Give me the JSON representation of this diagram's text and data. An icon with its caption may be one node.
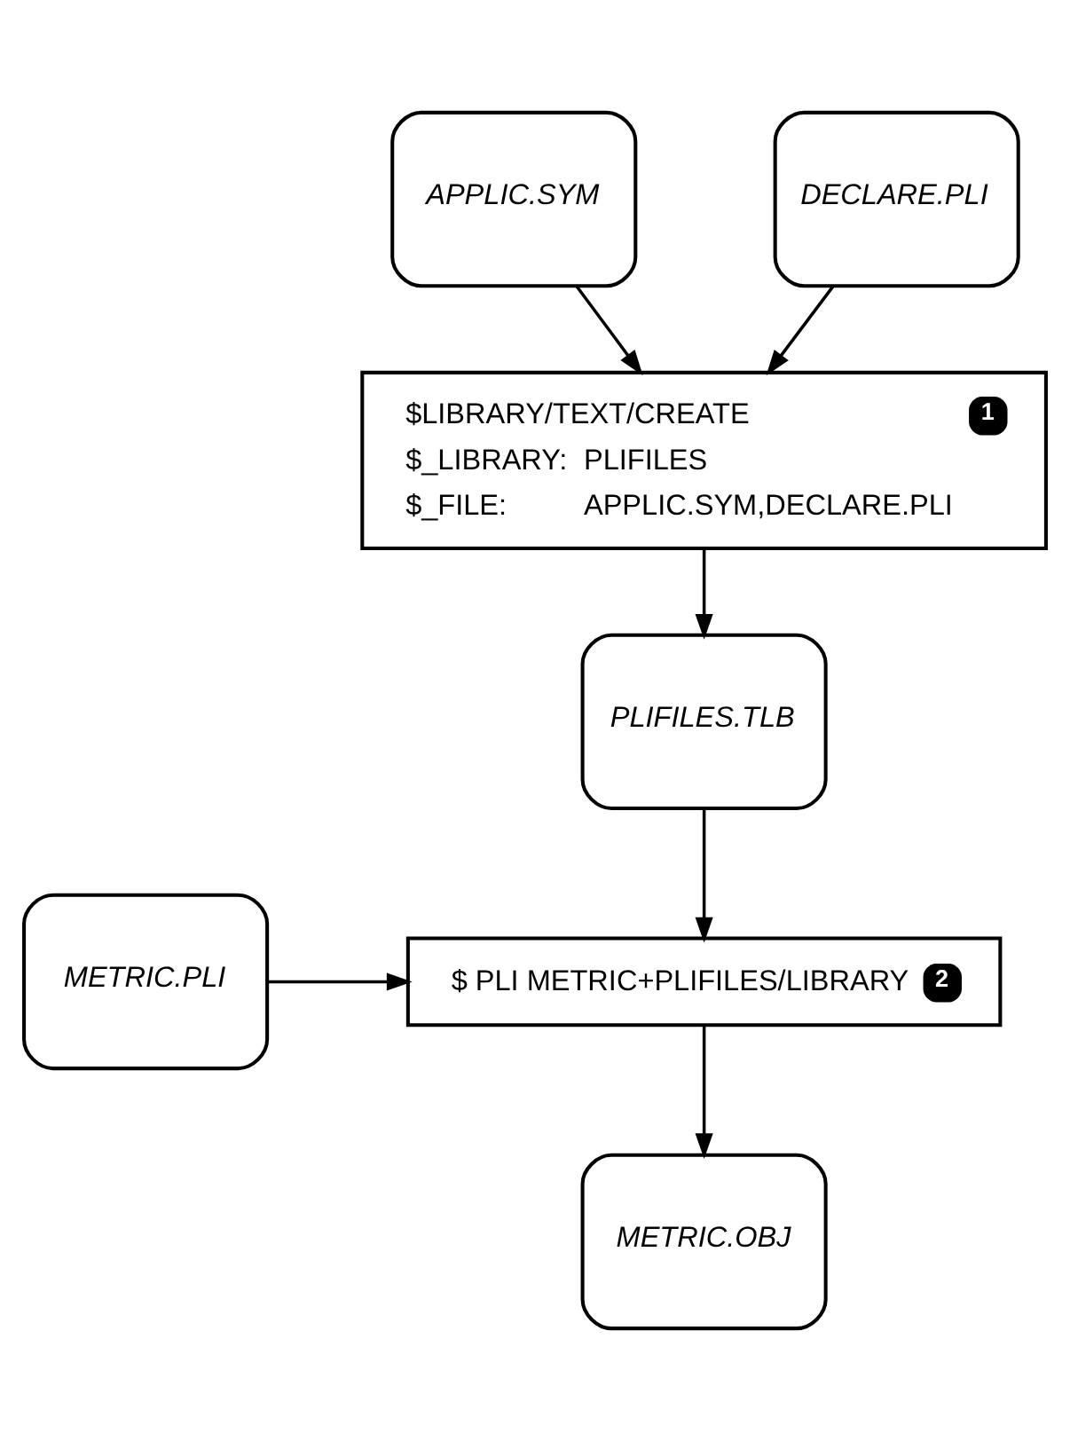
{
  "diagram": {
    "nodes": [
      {
        "text": [
          "APPLIC.SYM"
        ]
      },
      {
        "text": [
          "DECLARE.PLI"
        ]
      },
      {
        "text": [
          "$LIBRARY/TEXT/CREATE",
          "$_LIBRARY:",
          "PLIFILES",
          "$_FILE:",
          "APPLIC.SYM,DECLARE.PLI",
          "1"
        ]
      },
      {
        "text": [
          "PLIFILES.TLB"
        ]
      },
      {
        "text": [
          "$ PLI METRIC+PLIFILES/LIBRARY",
          "2"
        ]
      },
      {
        "text": [
          "METRIC.PLI"
        ]
      },
      {
        "text": [
          "METRIC.OBJ"
        ]
      }
    ],
    "edges": [
      {
        "from": 0,
        "to": 2,
        "arrow": "to"
      },
      {
        "from": 1,
        "to": 2,
        "arrow": "to"
      },
      {
        "from": 2,
        "to": 3,
        "arrow": "to"
      },
      {
        "from": 3,
        "to": 4,
        "arrow": "to"
      },
      {
        "from": 5,
        "to": 4,
        "arrow": "to"
      },
      {
        "from": 4,
        "to": 6,
        "arrow": "to"
      }
    ]
  }
}
